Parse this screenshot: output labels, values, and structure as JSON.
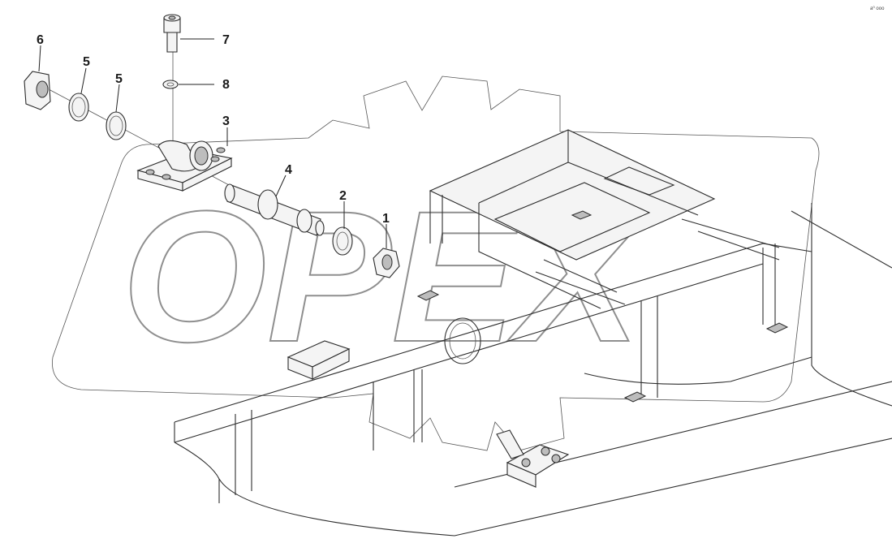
{
  "corner_note": "a⁰ ooo",
  "watermark": "OPEX",
  "callouts": [
    {
      "id": "c1",
      "label": "1"
    },
    {
      "id": "c2",
      "label": "2"
    },
    {
      "id": "c3",
      "label": "3"
    },
    {
      "id": "c4",
      "label": "4"
    },
    {
      "id": "c5a",
      "label": "5"
    },
    {
      "id": "c5b",
      "label": "5"
    },
    {
      "id": "c6",
      "label": "6"
    },
    {
      "id": "c7",
      "label": "7"
    },
    {
      "id": "c8",
      "label": "8"
    }
  ]
}
